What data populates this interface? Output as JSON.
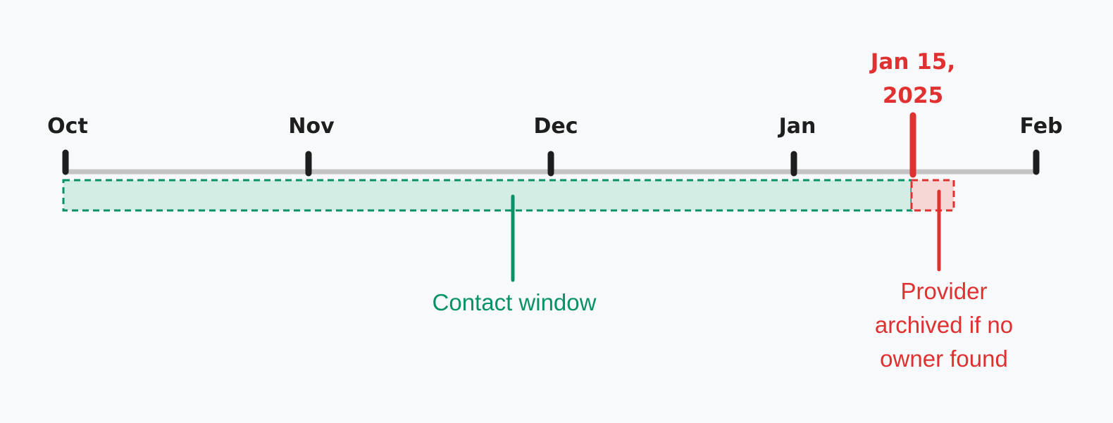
{
  "timeline": {
    "months": [
      "Oct",
      "Nov",
      "Dec",
      "Jan",
      "Feb"
    ],
    "deadline": {
      "line1": "Jan 15,",
      "line2": "2025"
    }
  },
  "annotations": {
    "contact_window": "Contact window",
    "archive_line1": "Provider",
    "archive_line2": "archived if no",
    "archive_line3": "owner found"
  },
  "colors": {
    "axis": "#c4c4c4",
    "tick": "#1e1e1e",
    "contact": "#099268",
    "contact_fill": "#d3ece4",
    "deadline": "#e03131",
    "archive_fill": "#f7d6d6"
  }
}
